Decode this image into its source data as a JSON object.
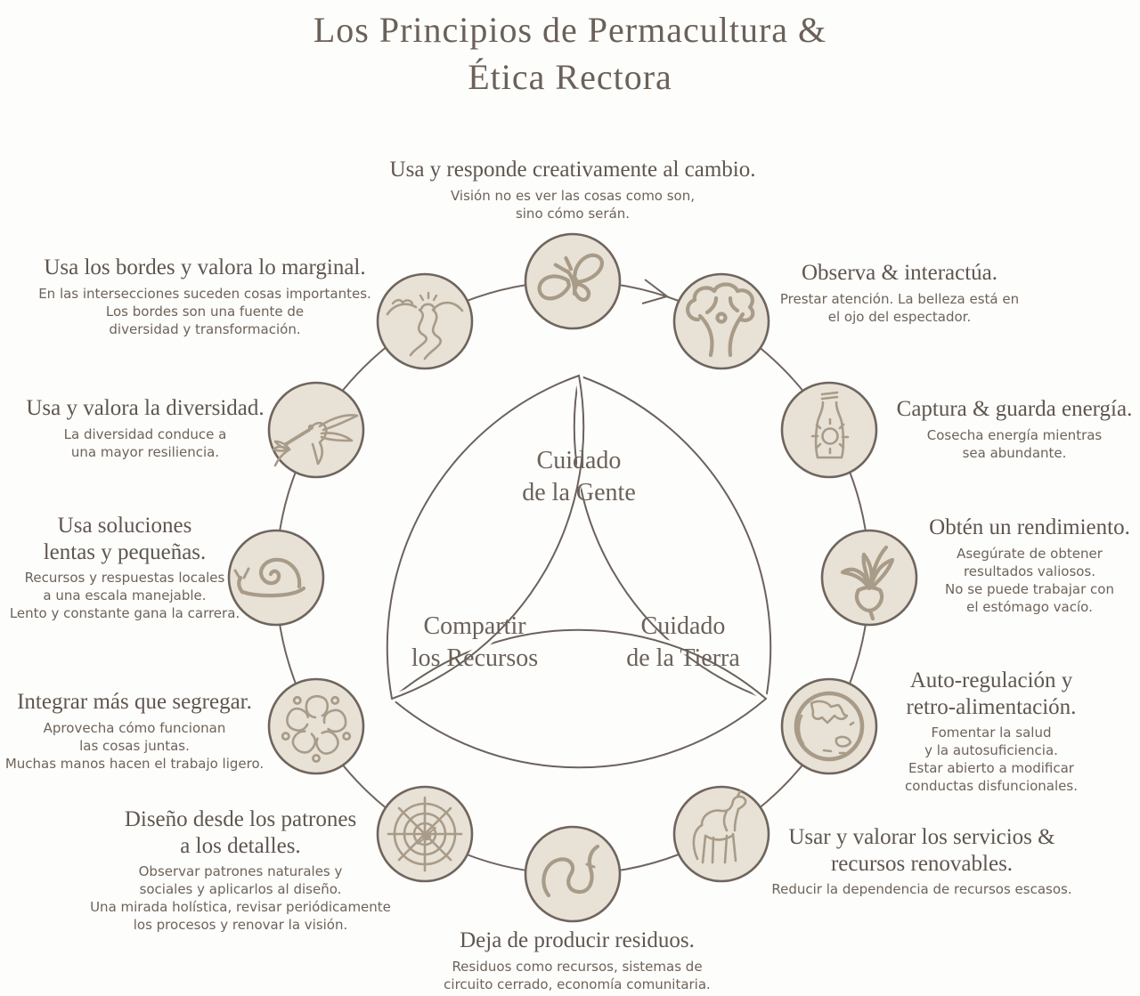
{
  "title": "Los Principios de Permacultura &\nÉtica Rectora",
  "ethics": {
    "people": "Cuidado\nde la Gente",
    "resources": "Compartir\nlos Recursos",
    "earth": "Cuidado\nde la Tierra"
  },
  "palette": {
    "background": "#fdfdfc",
    "heading_text": "#5f564e",
    "body_text": "#6d6359",
    "circle_fill": "#e8e1d5",
    "circle_border": "#6f655e",
    "icon_stroke": "#a89b88",
    "ring_line": "#6f655e"
  },
  "direction_arrow": "clockwise",
  "principles": [
    {
      "id": "change",
      "icon": "butterfly-icon",
      "heading": "Usa y responde creativamente al cambio.",
      "description": "Visión no es ver las cosas como son,\nsino cómo serán."
    },
    {
      "id": "observe",
      "icon": "tree-person-icon",
      "heading": "Observa & interactúa.",
      "description": "Prestar atención. La belleza está en\nel ojo del espectador."
    },
    {
      "id": "capture",
      "icon": "bottled-sun-icon",
      "heading": "Captura & guarda energía.",
      "description": "Cosecha energía mientras\nsea abundante."
    },
    {
      "id": "yield",
      "icon": "radish-icon",
      "heading": "Obtén un rendimiento.",
      "description": "Asegúrate de obtener\nresultados valiosos.\nNo se puede trabajar con\nel estómago vacío."
    },
    {
      "id": "selfregulation",
      "icon": "earth-globe-icon",
      "heading": "Auto-regulación y\nretro-alimentación.",
      "description": "Fomentar la salud\ny la autosuficiencia.\nEstar abierto a modificar\nconductas disfuncionales."
    },
    {
      "id": "renewables",
      "icon": "horse-icon",
      "heading": "Usar y valorar los servicios &\nrecursos renovables.",
      "description": "Reducir la dependencia de recursos escasos."
    },
    {
      "id": "nowaste",
      "icon": "earthworm-icon",
      "heading": "Deja de producir residuos.",
      "description": "Residuos como recursos, sistemas de\ncircuito cerrado, economía comunitaria."
    },
    {
      "id": "patterns",
      "icon": "spider-web-icon",
      "heading": "Diseño desde los patrones\na los detalles.",
      "description": "Observar patrones naturales y\nsociales y aplicarlos al diseño.\nUna mirada holística, revisar periódicamente\nlos procesos y renovar la visión."
    },
    {
      "id": "integrate",
      "icon": "fruit-cross-section-icon",
      "heading": "Integrar más que segregar.",
      "description": "Aprovecha cómo funcionan\nlas cosas juntas.\nMuchas manos hacen el trabajo ligero."
    },
    {
      "id": "slowsmall",
      "icon": "snail-icon",
      "heading": "Usa soluciones\nlentas y pequeñas.",
      "description": "Recursos y respuestas locales\na una escala manejable.\nLento y constante gana la carrera."
    },
    {
      "id": "diversity",
      "icon": "hummingbird-icon",
      "heading": "Usa y valora la diversidad.",
      "description": "La diversidad conduce a\nuna mayor resiliencia."
    },
    {
      "id": "edges",
      "icon": "winding-river-icon",
      "heading": "Usa los bordes y valora lo marginal.",
      "description": "En las intersecciones suceden cosas importantes.\nLos bordes son una fuente de\ndiversidad y transformación."
    }
  ]
}
